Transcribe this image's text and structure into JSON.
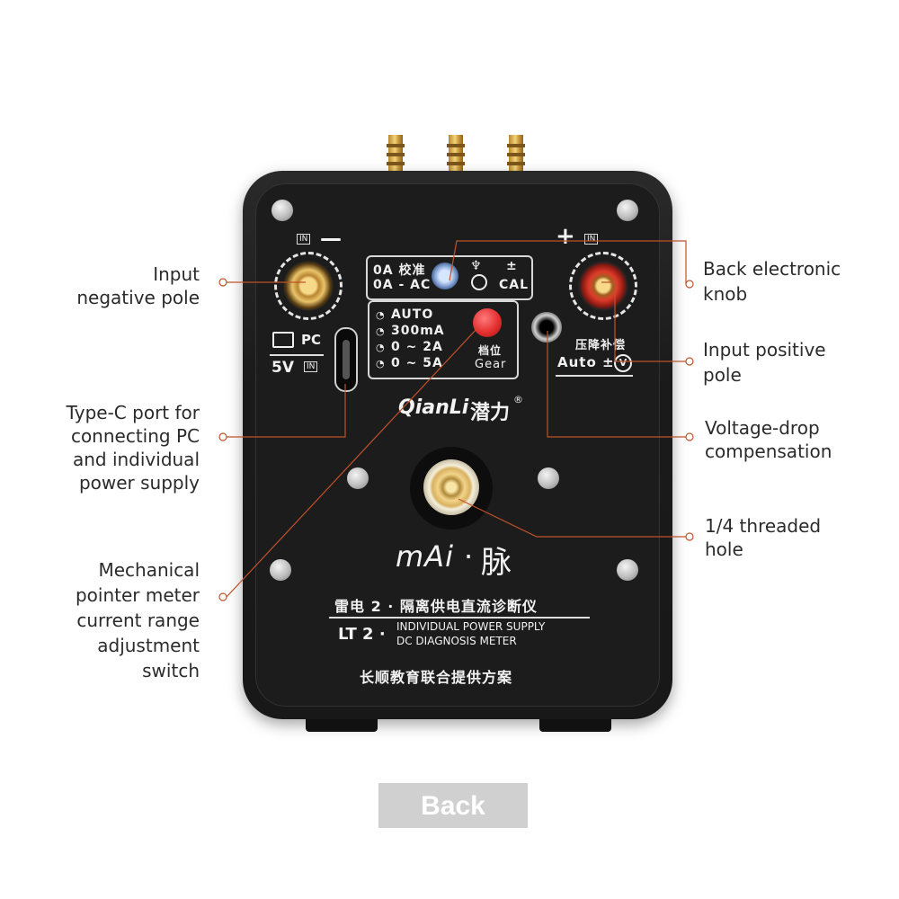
{
  "callouts": {
    "input_negative_pole": [
      "Input",
      "negative pole"
    ],
    "type_c_port": [
      "Type-C port for",
      "connecting PC",
      "and individual",
      "power supply"
    ],
    "pointer_meter_switch": [
      "Mechanical",
      "pointer meter",
      "current range",
      "adjustment",
      "switch"
    ],
    "back_electronic_knob": [
      "Back electronic",
      "knob"
    ],
    "input_positive_pole": [
      "Input positive",
      "pole"
    ],
    "voltage_drop": [
      "Voltage-drop",
      "compensation"
    ],
    "threaded_hole": [
      "1/4 threaded",
      "hole"
    ]
  },
  "device": {
    "in_neg": "IN",
    "minus": "—",
    "plus": "+",
    "in_pos": "IN",
    "pc": "PC",
    "five_v": "5V",
    "in_small": "IN",
    "cal_line1": "0A 校准",
    "cal_line2": "0A - AC",
    "cal_pm": "±",
    "cal_label": "CAL",
    "gear_items": [
      "AUTO",
      "300mA",
      "0 ~ 2A",
      "0 ~ 5A"
    ],
    "gear_cn": "档位",
    "gear_en": "Gear",
    "comp_cn": "压降补偿",
    "auto_pm": "Auto ±",
    "v_symbol": "V",
    "brand": "QianLi",
    "brand_cn": "潜力",
    "registered": "®",
    "mai_left": "mAi",
    "mai_dot": "·",
    "mai_right": "脉",
    "title_cn": "雷电 2 · 隔离供电直流诊断仪",
    "lt2": "LT 2 ·",
    "title_en_1": "INDIVIDUAL POWER SUPPLY",
    "title_en_2": "DC DIAGNOSIS METER",
    "partner_cn": "长顺教育联合提供方案"
  },
  "button": {
    "back_label": "Back"
  },
  "colors": {
    "callout_line": "#c0522a",
    "gear_button": "#e53030",
    "button_bg": "#d0d0d0"
  }
}
